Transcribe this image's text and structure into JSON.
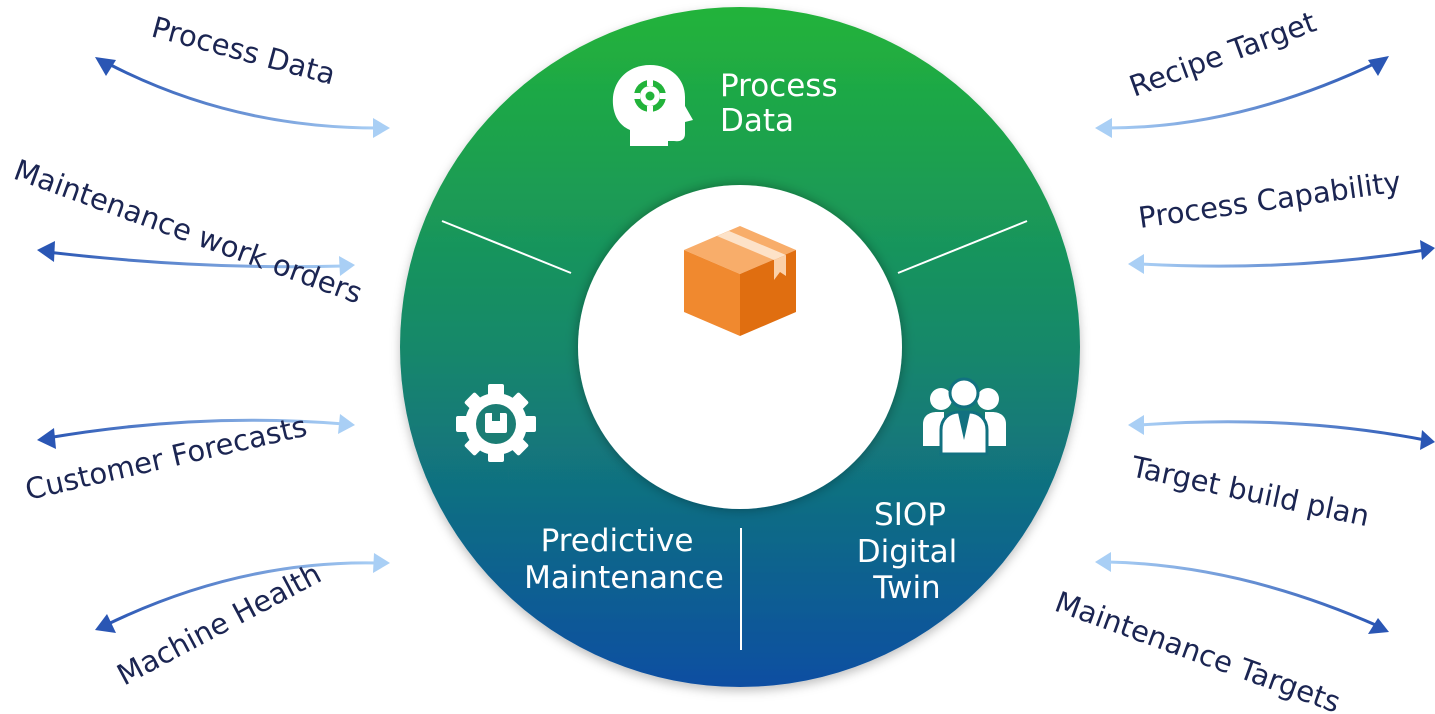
{
  "colors": {
    "ring_top": "#22b33a",
    "ring_mid": "#15886a",
    "ring_bottom": "#0b4ea2",
    "arrow_dark": "#2a56b4",
    "arrow_light": "#a9cff5",
    "label_text": "#1b2552",
    "box_orange": "#f0892f"
  },
  "center": {
    "icon": "package-box-icon"
  },
  "segments": {
    "top": {
      "line1": "Process",
      "line2": "Data",
      "icon": "head-gear-icon"
    },
    "left": {
      "line1": "Predictive",
      "line2": "Maintenance",
      "icon": "gear-box-icon"
    },
    "right": {
      "line1": "SIOP",
      "line2": "Digital",
      "line3": "Twin",
      "icon": "people-group-icon"
    }
  },
  "flows": {
    "left": [
      "Process Data",
      "Maintenance work orders",
      "Customer Forecasts",
      "Machine Health"
    ],
    "right": [
      "Recipe Target",
      "Process Capability",
      "Target build plan",
      "Maintenance Targets"
    ]
  }
}
